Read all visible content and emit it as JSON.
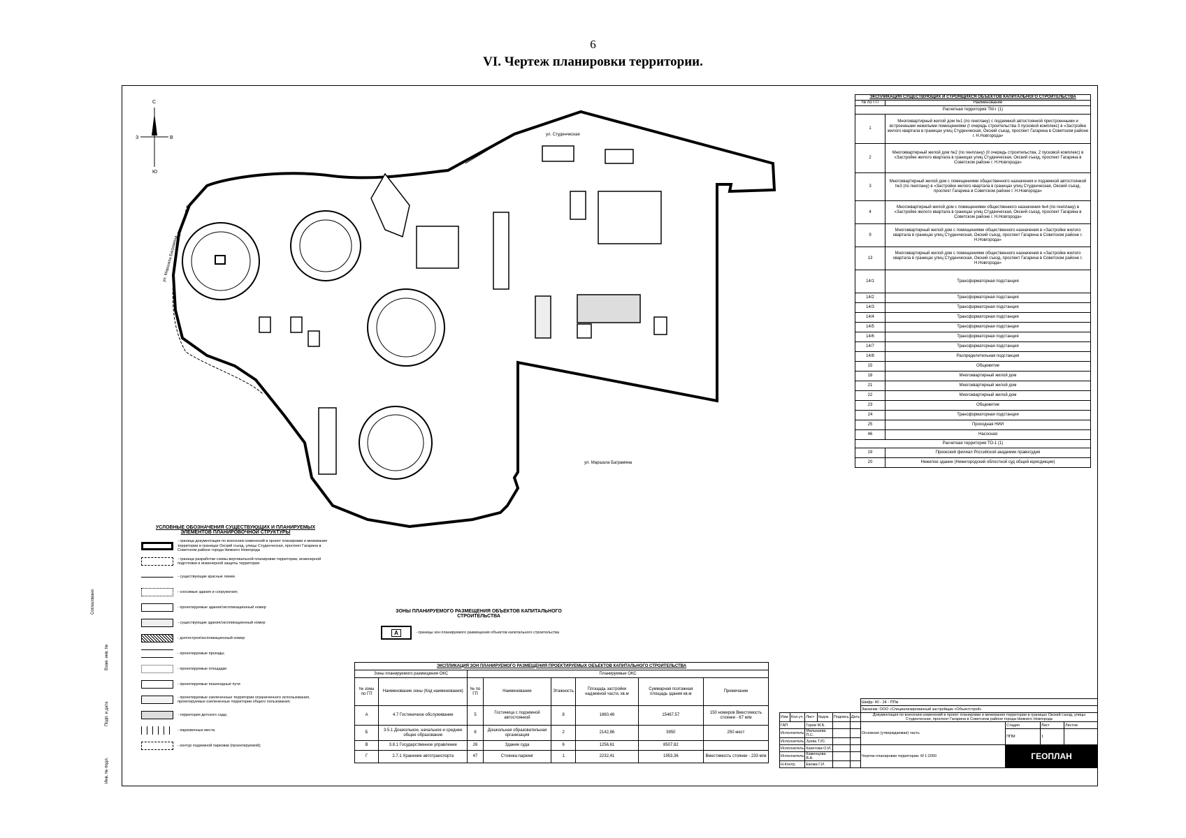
{
  "page": {
    "number": "6",
    "title": "VI. Чертеж планировки территории."
  },
  "compass": {
    "n": "С",
    "s": "Ю",
    "w": "З",
    "e": "В"
  },
  "streets": [
    "ул. Студенческая",
    "ул. Маршала Баграмяна",
    "ул. Маршала Баграмяна"
  ],
  "explication": {
    "title": "ЭКСПЛИКАЦИЯ СУЩЕСТВУЮЩИХ И СТРОЯЩИХСЯ ОБЪЕКТОВ КАПИТАЛЬНОГО СТРОИТЕЛЬСТВА",
    "col_no": "№ по ГП",
    "col_name": "Наименование",
    "section1": "Расчетная территория ТМ-г (1)",
    "rows": [
      {
        "no": "1",
        "name": "Многоквартирный жилой дом №1 (по генплану) с подземной автостоянкой пристроенными и встроенными нежилыми помещениями (I очередь строительства 3 пусковой комплекс) в «Застройке жилого квартала в границах улиц Студенческая, Окский съезд, проспект Гагарина в Советском районе г. Н.Новгорода»"
      },
      {
        "no": "2",
        "name": "Многоквартирный жилой дом №2 (по генплану) (II очередь строительства, 2 пусковой комплекс) в «Застройке жилого квартала в границах улиц Студенческая, Окский съезд, проспект Гагарина в Советском районе г. Н.Новгорода»"
      },
      {
        "no": "3",
        "name": "Многоквартирный жилой дом с помещениями общественного назначения и подземной автостоянкой №3 (по генплану) в «Застройке жилого квартала в границах улиц Студенческая, Окский съезд, проспект Гагарина в Советском районе г. Н.Новгорода»"
      },
      {
        "no": "4",
        "name": "Многоквартирный жилой дом с помещениями общественного назначения №4 (по генплану) в «Застройке жилого квартала в границах улиц Студенческая, Окский съезд, проспект Гагарина в Советском районе г. Н.Новгорода»"
      },
      {
        "no": "9",
        "name": "Многоквартирный жилой дом с помещениями общественного назначения в «Застройке жилого квартала в границах улиц Студенческая, Окский съезд, проспект Гагарина в Советском районе г. Н.Новгорода»"
      },
      {
        "no": "13",
        "name": "Многоквартирный жилой дом с помещениями общественного назначения в «Застройке жилого квартала в границах улиц Студенческая, Окский съезд, проспект Гагарина в Советском районе г. Н.Новгорода»"
      },
      {
        "no": "14/1",
        "name": "Трансформаторная подстанция"
      },
      {
        "no": "14/2",
        "name": "Трансформаторная подстанция"
      },
      {
        "no": "14/3",
        "name": "Трансформаторная подстанция"
      },
      {
        "no": "14/4",
        "name": "Трансформаторная подстанция"
      },
      {
        "no": "14/5",
        "name": "Трансформаторная подстанция"
      },
      {
        "no": "14/6",
        "name": "Трансформаторная подстанция"
      },
      {
        "no": "14/7",
        "name": "Трансформаторная подстанция"
      },
      {
        "no": "14/8",
        "name": "Распределительная подстанция"
      },
      {
        "no": "15",
        "name": "Общежитие"
      },
      {
        "no": "18",
        "name": "Многоквартирный жилой дом"
      },
      {
        "no": "21",
        "name": "Многоквартирный жилой дом"
      },
      {
        "no": "22",
        "name": "Многоквартирный жилой дом"
      },
      {
        "no": "23",
        "name": "Общежитие"
      },
      {
        "no": "24",
        "name": "Трансформаторная подстанция"
      },
      {
        "no": "25",
        "name": "Проходная НИИ"
      },
      {
        "no": "46",
        "name": "Насосная"
      }
    ],
    "section2": "Расчетная территория ТО-1 (1)",
    "rows2": [
      {
        "no": "19",
        "name": "Приокский филиал Российской академии правосудия"
      },
      {
        "no": "20",
        "name": "Нежилое здание (Нижегородский облостной суд общей юрисдикции)"
      }
    ]
  },
  "legend": {
    "title": "УСЛОВНЫЕ ОБОЗНАЧЕНИЯ СУЩЕСТВУЮЩИХ И ПЛАНИРУЕМЫХ ЭЛЕМЕНТОВ ПЛАНИРОВОЧНОЙ СТРУКТУРЫ",
    "items": [
      "- граница документации по внесению изменений в проект планировки и межевания территории в границах Окский съезд, улицы Студенческая, проспект Гагарина в Советском районе города Нижнего Новгорода",
      "- граница разработки схемы вертикальной планировки территории, инженерной подготовки и инженерной защиты территории",
      "- существующие красные линии",
      "- сносимые здания и сооружения;",
      "- проектируемые здания/экспликационный номер",
      "- существующие здания/экспликационный номер",
      "- долгостроя/экспликационный номер",
      "- проектируемые проезды;",
      "- проектируемые площадки",
      "- проектируемые пешеходные пути",
      "- проектируемые озелененные территории ограниченного использования, проектируемые озелененные территории общего пользования;",
      "- территория детского сада;",
      "- парковочные места",
      "- контур подземной парковки (проектируемой);"
    ]
  },
  "zone_legend": {
    "title": "ЗОНЫ ПЛАНИРУЕМОГО РАЗМЕЩЕНИЯ ОБЪЕКТОВ КАПИТАЛЬНОГО СТРОИТЕЛЬСТВА",
    "symbol": "А",
    "text": "- границы зон планируемого размещения объектов капитального строительства"
  },
  "zones_table": {
    "title": "ЭКСПЛИКАЦИЯ ЗОН ПЛАНИРУЕМОГО РАЗМЕЩЕНИЯ ПРОЕКТИРУЕМЫХ ОБЪЕКТОВ КАПИТАЛЬНОГО СТРОИТЕЛЬСТВА",
    "group1": "Зоны планируемого размещения ОКС",
    "group2": "Планируемые ОКС",
    "headers": [
      "№ зоны по ГП",
      "Наименование зоны (Код наименования)",
      "№ по ГП",
      "Наименование",
      "Этажность",
      "Площадь застройки надземной части, кв.м",
      "Суммарная поэтажная площадь здания кв.м",
      "Примечание"
    ],
    "rows": [
      [
        "А",
        "4.7 Гостиничное обслуживание",
        "5",
        "Гостиница с подземной автостоянкой",
        "8",
        "1860,46",
        "15467,57",
        "150 номеров Вместимость стоянки - 67 м/м"
      ],
      [
        "Б",
        "3.5.1 Дошкольное, начальное и среднее общее образование",
        "8",
        "Дошкольная образовательная организация",
        "2",
        "2142,86",
        "3950",
        "250 мест"
      ],
      [
        "В",
        "3.8.1 Государственное управление",
        "26",
        "Здание суда",
        "6",
        "1256,61",
        "8507,82",
        ""
      ],
      [
        "Г",
        "2.7.1 Хранение автотранспорта",
        "47",
        "Стоянка-паркинг",
        "1",
        "2232,41",
        "1953,36",
        "Вместимость стоянки - 233 м/м"
      ]
    ]
  },
  "stamp": {
    "code": "Шифр: 40 - 24 - ППм",
    "customer": "Заказчик: ООО «Специализированный застройщик «Объектстрой»",
    "doc": "Документация по внесению изменений в проект планировки и межевания территории в границах Окский съезд, улицы Студенческая, проспект Гагарина в Советском районе города Нижнего Новгорода",
    "cols": [
      "Изм.",
      "Кол.уч.",
      "Лист",
      "№док.",
      "Подпись",
      "Дата"
    ],
    "people": [
      [
        "ГАП",
        "Горев М.Б."
      ],
      [
        "Исполнитель",
        "Малышева П.С."
      ],
      [
        "Исполнитель",
        "Зуева Т.Ю."
      ],
      [
        "Исполнитель",
        "Кахетова О.И."
      ],
      [
        "Исполнитель",
        "Каменцова В.А."
      ],
      [
        "Н.Контр.",
        "Ежова Г.И."
      ]
    ],
    "section": "Основная (утверждаемая) часть",
    "stage_h": "Стадия",
    "sheet_h": "Лист",
    "sheets_h": "Листов",
    "stage": "ППМ",
    "sheet": "1",
    "drawing": "Чертеж планировки территории. М 1:2000",
    "logo": "ГЕОПЛАН"
  },
  "side_labels": [
    "Согласовано",
    "Взам. инв. №",
    "Подп. и дата",
    "Инв. № подл."
  ]
}
